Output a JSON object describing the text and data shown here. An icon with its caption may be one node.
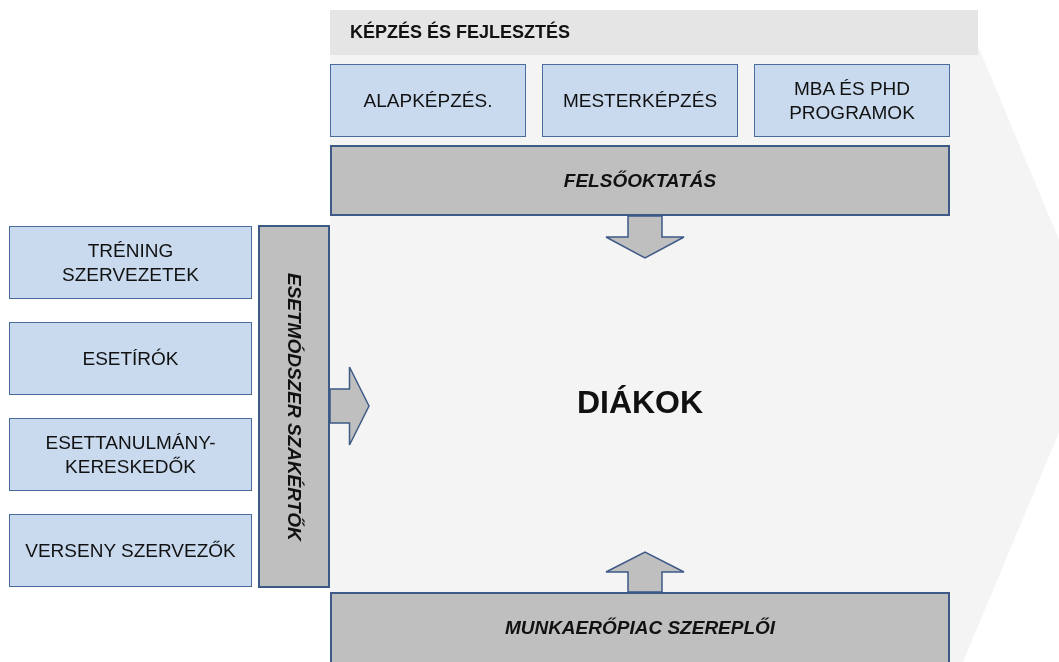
{
  "diagram": {
    "nodes": [
      {
        "text": [
          "KÉPZÉS ÉS FEJLESZTÉS"
        ]
      },
      {
        "text": [
          "ALAPKÉPZÉS."
        ]
      },
      {
        "text": [
          "MESTERKÉPZÉS"
        ]
      },
      {
        "text": [
          "MBA ÉS PHD PROGRAMOK"
        ]
      },
      {
        "text": [
          "FELSŐOKTATÁS"
        ]
      },
      {
        "text": [
          "TRÉNING SZERVEZETEK"
        ]
      },
      {
        "text": [
          "ESETÍRÓK"
        ]
      },
      {
        "text": [
          "ESETTANULMÁNY-KERESKEDŐK"
        ]
      },
      {
        "text": [
          "VERSENY SZERVEZŐK"
        ]
      },
      {
        "text": [
          "ESETMÓDSZER SZAKÉRTŐK"
        ]
      },
      {
        "text": [
          "DIÁKOK"
        ]
      },
      {
        "text": [
          "MUNKAERŐPIAC SZEREPLŐI"
        ]
      }
    ],
    "edges": [
      {
        "from": 4,
        "to": 10,
        "arrow": "to"
      },
      {
        "from": 9,
        "to": 10,
        "arrow": "to"
      },
      {
        "from": 11,
        "to": 10,
        "arrow": "to"
      }
    ]
  }
}
